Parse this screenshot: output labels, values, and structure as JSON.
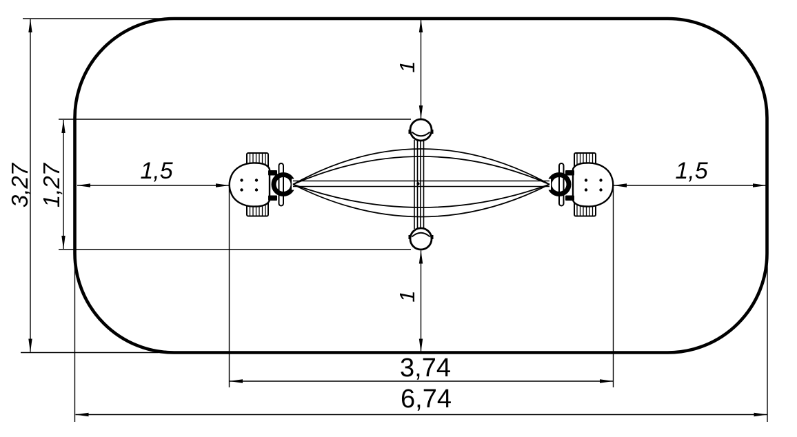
{
  "drawing": {
    "background": "#ffffff",
    "line_color": "#000000",
    "dims": {
      "total_width": "6,74",
      "inner_width": "3,74",
      "total_height": "3,27",
      "inner_height": "1,27",
      "clearance_left": "1,5",
      "clearance_right": "1,5",
      "clearance_top": "1",
      "clearance_bottom": "1"
    }
  }
}
